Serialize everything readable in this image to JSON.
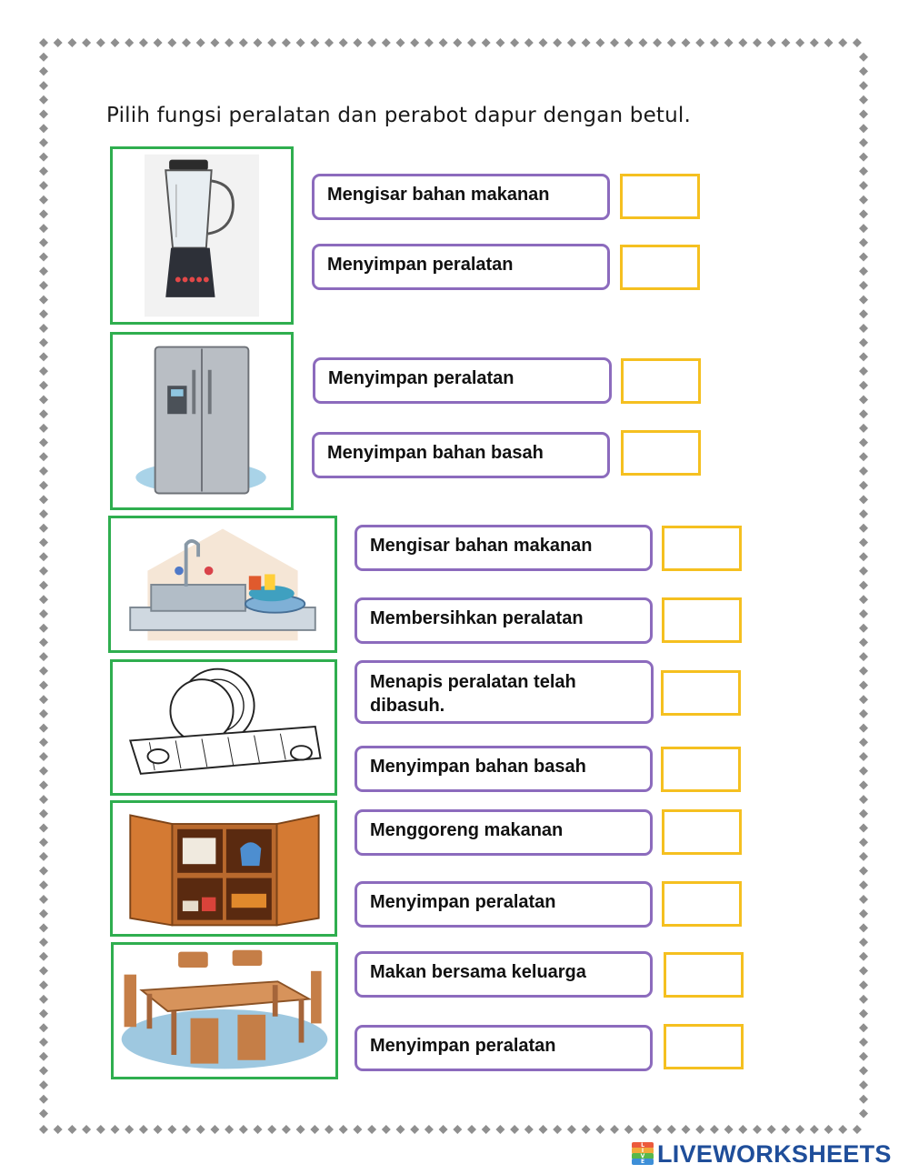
{
  "title": "Pilih fungsi peralatan dan perabot dapur dengan betul.",
  "colors": {
    "border_dots": "#8f8f8f",
    "image_frame": "#2fae4f",
    "option_border": "#8c6bbd",
    "answer_border": "#f5c020",
    "brand": "#1f4e9a"
  },
  "questions": [
    {
      "image": "blender-image",
      "options": [
        "Mengisar bahan makanan",
        "Menyimpan peralatan"
      ]
    },
    {
      "image": "refrigerator-image",
      "options": [
        "Menyimpan peralatan",
        "Menyimpan bahan basah"
      ]
    },
    {
      "image": "kitchen-sink-image",
      "options": [
        "Mengisar bahan makanan",
        "Membersihkan peralatan"
      ]
    },
    {
      "image": "dish-rack-image",
      "options": [
        "Menapis peralatan telah dibasuh.",
        "Menyimpan bahan basah"
      ]
    },
    {
      "image": "kitchen-cabinet-image",
      "options": [
        "Menggoreng makanan",
        "Menyimpan peralatan"
      ]
    },
    {
      "image": "dining-table-image",
      "options": [
        "Makan bersama keluarga",
        "Menyimpan peralatan"
      ]
    }
  ],
  "footer": {
    "brand": "LIVEWORKSHEETS",
    "logo_letters": [
      "L",
      "I",
      "V",
      "E"
    ]
  }
}
